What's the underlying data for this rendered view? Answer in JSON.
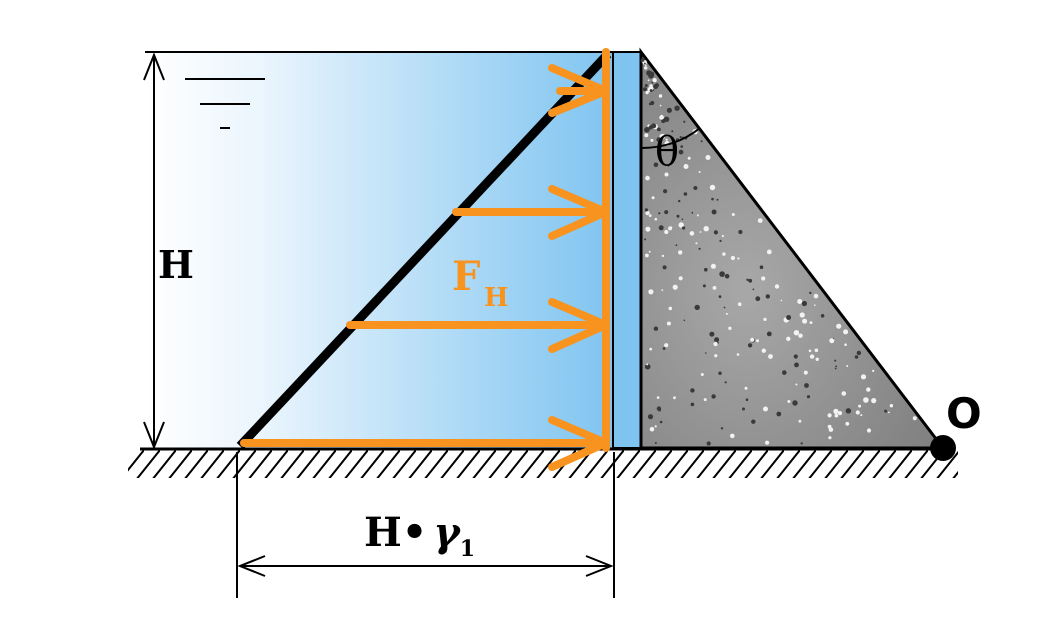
{
  "labels": {
    "height": "H",
    "pivot": "O",
    "angle": "θ",
    "force_main": "F",
    "force_sub": "H",
    "base_expr_left": "H•",
    "base_expr_gamma": "γ",
    "base_expr_sub": "1"
  },
  "colors": {
    "water": "#7fc4f0",
    "force_arrow": "#f7931e",
    "dam": "#8f8f8f",
    "outline": "#000000"
  }
}
